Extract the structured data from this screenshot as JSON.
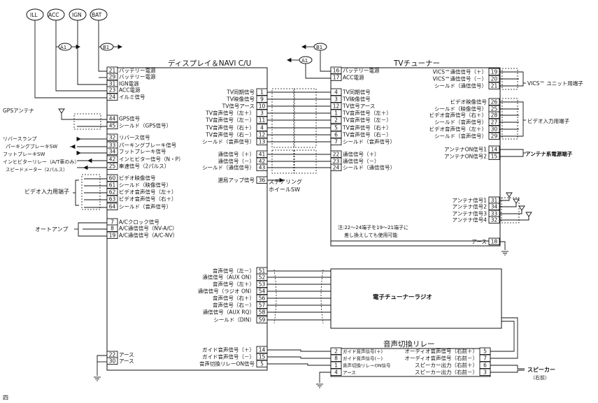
{
  "power_circles": [
    "ILL",
    "ACC",
    "IGN",
    "BAT"
  ],
  "connectors": {
    "a1": "A1",
    "b1": "B1"
  },
  "navi": {
    "title": "ディスプレイ＆NAVI C/U",
    "left_pins": [
      {
        "n": "21",
        "l": "バッテリー電源"
      },
      {
        "n": "29",
        "l": "バッテリー電源"
      },
      {
        "n": "31",
        "l": "IGN電源"
      },
      {
        "n": "23",
        "l": "ACC電源"
      },
      {
        "n": "24",
        "l": "イルミ信号"
      },
      {
        "n": "44",
        "l": "GPS信号"
      },
      {
        "n": "45",
        "l": "シールド（GPS信号）"
      },
      {
        "n": "32",
        "l": "リバース信号"
      },
      {
        "n": "33",
        "l": "パーキングブレーキ信号"
      },
      {
        "n": "34",
        "l": "フットブレーキ信号"
      },
      {
        "n": "42",
        "l": "インヒビター信号（N・P）"
      },
      {
        "n": "25",
        "l": "車速信号（2パルス）"
      },
      {
        "n": "60",
        "l": "ビデオ映像信号"
      },
      {
        "n": "61",
        "l": "シールド（映像信号）"
      },
      {
        "n": "62",
        "l": "ビデオ音声信号（左＋）"
      },
      {
        "n": "63",
        "l": "ビデオ音声信号（右＋）"
      },
      {
        "n": "64",
        "l": "シールド（音声信号）"
      },
      {
        "n": "7",
        "l": "A/Cクロック信号"
      },
      {
        "n": "8",
        "l": "A/C通信信号（NV-A/C）"
      },
      {
        "n": "19",
        "l": "A/C通信信号（A/C-NV）"
      },
      {
        "n": "22",
        "l": "アース"
      },
      {
        "n": "30",
        "l": "アース"
      }
    ],
    "right_pins": [
      {
        "n": "1",
        "l": "TV同期信号"
      },
      {
        "n": "9",
        "l": "TV映像信号"
      },
      {
        "n": "10",
        "l": "TV信号アース"
      },
      {
        "n": "3",
        "l": "TV音声信号（左＋）"
      },
      {
        "n": "11",
        "l": "TV音声信号（左－）"
      },
      {
        "n": "4",
        "l": "TV音声信号（右＋）"
      },
      {
        "n": "12",
        "l": "TV音声信号（右－）"
      },
      {
        "n": "13",
        "l": "シールド（音声信号）"
      },
      {
        "n": "41",
        "l": "通信信号（＋）"
      },
      {
        "n": "42",
        "l": "通信信号（－）"
      },
      {
        "n": "43",
        "l": "シールド（通信信号）"
      },
      {
        "n": "36",
        "l": "選局アップ信号"
      },
      {
        "n": "51",
        "l": "音声信号（左－）"
      },
      {
        "n": "52",
        "l": "通信信号（AUX ON）"
      },
      {
        "n": "53",
        "l": "音声信号（左＋）"
      },
      {
        "n": "54",
        "l": "通信信号（ラジオ ON）"
      },
      {
        "n": "56",
        "l": "音声信号（右＋）"
      },
      {
        "n": "57",
        "l": "音声信号（右－）"
      },
      {
        "n": "58",
        "l": "通信信号（AUX RQ）"
      },
      {
        "n": "59",
        "l": "シールド（DIN）"
      },
      {
        "n": "14",
        "l": "ガイド音声信号（＋）"
      },
      {
        "n": "15",
        "l": "ガイド音声信号（－）"
      },
      {
        "n": "5",
        "l": "音声切換リレーON信号"
      }
    ]
  },
  "tv": {
    "title": "TVチューナー",
    "left_pins": [
      {
        "n": "16",
        "l": "バッテリー電源"
      },
      {
        "n": "17",
        "l": "ACC電源"
      },
      {
        "n": "4",
        "l": "TV同期信号"
      },
      {
        "n": "3",
        "l": "TV映像信号"
      },
      {
        "n": "12",
        "l": "TV信号アース"
      },
      {
        "n": "1",
        "l": "TV音声信号（左＋）"
      },
      {
        "n": "2",
        "l": "TV音声信号（左－）"
      },
      {
        "n": "5",
        "l": "TV音声信号（右＋）"
      },
      {
        "n": "6",
        "l": "TV音声信号（右－）"
      },
      {
        "n": "7",
        "l": "シールド（音声信号）"
      },
      {
        "n": "22",
        "l": "通信信号（＋）"
      },
      {
        "n": "23",
        "l": "通信信号（－）"
      },
      {
        "n": "24",
        "l": "シールド（通信信号）"
      }
    ],
    "right_pins": [
      {
        "n": "19",
        "l": "VICS™通信信号（＋）"
      },
      {
        "n": "20",
        "l": "VICS™通信信号（－）"
      },
      {
        "n": "21",
        "l": "シールド（通信信号）"
      },
      {
        "n": "26",
        "l": "ビデオ映像信号"
      },
      {
        "n": "25",
        "l": "シールド（映像信号）"
      },
      {
        "n": "28",
        "l": "ビデオ音声信号（右＋）"
      },
      {
        "n": "27",
        "l": "シールド（音声信号）"
      },
      {
        "n": "30",
        "l": "ビデオ音声信号（左＋）"
      },
      {
        "n": "29",
        "l": "シールド（音声信号）"
      },
      {
        "n": "14",
        "l": "アンテナON信号1"
      },
      {
        "n": "15",
        "l": "アンテナON信号2"
      },
      {
        "n": "31",
        "l": "アンテナ信号1"
      },
      {
        "n": "34",
        "l": "アンテナ信号2"
      },
      {
        "n": "33",
        "l": "アンテナ信号3"
      },
      {
        "n": "32",
        "l": "アンテナ信号4"
      },
      {
        "n": "18",
        "l": "アース"
      }
    ],
    "note": [
      "注:22～24端子を19～21端子に",
      "差し換えしても使用可能"
    ]
  },
  "radio": {
    "title": "電子チューナーラジオ"
  },
  "relay": {
    "title": "音声切換リレー",
    "left_pins": [
      {
        "n": "2",
        "l": "ガイド音声信号(＋)"
      },
      {
        "n": "8",
        "l": "ガイド音声信号(－)"
      },
      {
        "n": "1",
        "l": "音声切換リレーON信号"
      },
      {
        "n": "4",
        "l": "アース"
      }
    ],
    "right_pins": [
      {
        "n": "5",
        "l": "オーディオ音声信号（右前＋）"
      },
      {
        "n": "7",
        "l": "オーディオ音声信号（右前－）"
      },
      {
        "n": "6",
        "l": "スピーカー出力（右前＋）"
      },
      {
        "n": "3",
        "l": "スピーカー出力（右前－）"
      }
    ]
  },
  "externals": {
    "gps_antenna": "GPSアンテナ",
    "reverse_lamp": "リバースランプ",
    "parking_brake": "パーキングブレーキSW",
    "foot_brake": "フットブレーキSW",
    "inhibitor": "インヒビターリレー（A/T車のみ）",
    "speed_meter": "スピードメーター（2パルス）",
    "video_in_left": "ビデオ入力用端子",
    "auto_amp": "オートアンプ",
    "steering_sw": [
      "ステアリング",
      "ホイールSW"
    ],
    "vics_unit": "VICS™ ユニット用端子",
    "video_in_right": "ビデオ入力用端子",
    "antenna_power": "アンテナ系電源端子",
    "speaker": "スピーカー",
    "speaker_sub": "（右前）"
  },
  "corner": "四"
}
